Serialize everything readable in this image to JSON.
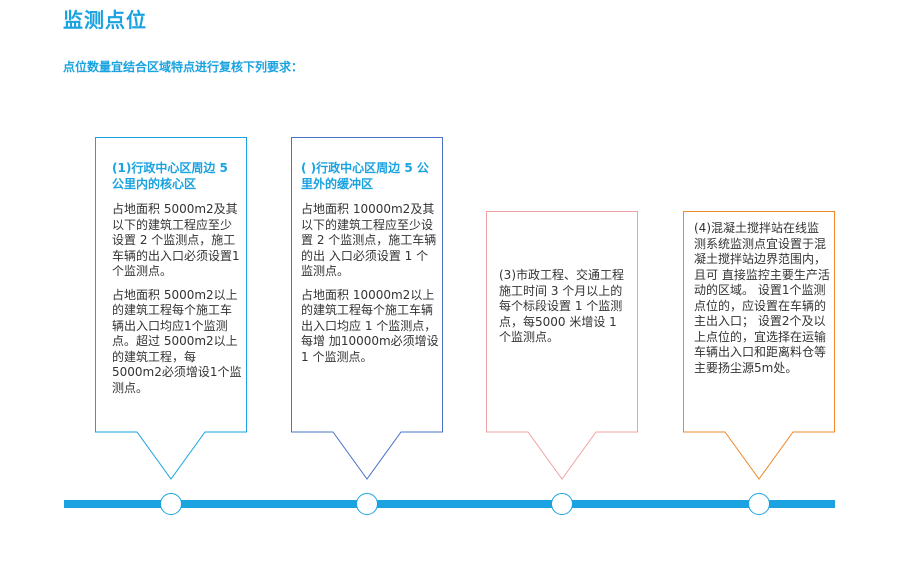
{
  "header": {
    "title": "监测点位",
    "subtitle": "点位数量宜结合区域特点进行复核下列要求："
  },
  "colors": {
    "accent": "#1aa3e0",
    "box1": "#1aa3e0",
    "box2": "#4a72c8",
    "box3": "#f1a3a3",
    "box4": "#ee8a2b"
  },
  "cards": [
    {
      "heading": "(1)行政中心区周边 5 公里内的核心区",
      "paras": [
        "占地面积 5000m2及其以下的建筑工程应至少设置 2 个监测点，施工车辆的出入口必须设置1个监测点。",
        "占地面积 5000m2以上的建筑工程每个施工车辆出入口均应1个监测点。超过 5000m2以上的建筑工程，每 5000m2必须增设1个监测点。"
      ]
    },
    {
      "heading": "( )行政中心区周边 5 公里外的缓冲区",
      "paras": [
        "占地面积 10000m2及其以下的建筑工程应至少设置 2 个监测点，施工车辆的出 入口必须设置 1 个监测点。",
        "占地面积 10000m2以上的建筑工程每个施工车辆出入口均应 1 个监测点，每增 加10000m必须增设 1 个监测点。"
      ]
    },
    {
      "heading": "",
      "paras": [
        "(3)市政工程、交通工程施工时间 3 个月以上的每个标段设置 1 个监测点，每5000 米增设 1 个监测点。"
      ]
    },
    {
      "heading": "",
      "paras": [
        "(4)混凝土搅拌站在线监测系统监测点宜设置于混凝土搅拌站边界范围内，且可 直接监控主要生产活动的区域。 设置1个监测点位的，应设置在车辆的主出入口； 设置2个及以上点位的，宜选择在运输车辆出入口和距离料仓等主要扬尘源5m处。"
      ]
    }
  ]
}
